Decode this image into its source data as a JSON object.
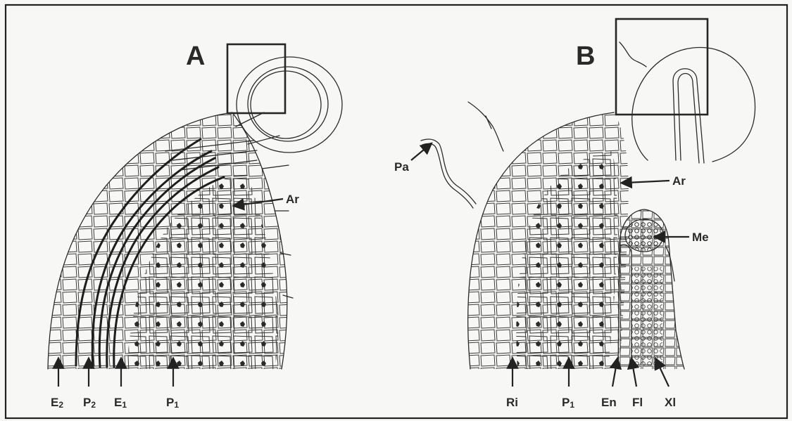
{
  "figure": {
    "panel_a": {
      "letter": "A",
      "labels": {
        "ar": "Ar",
        "e2_main": "E",
        "e2_sub": "2",
        "p2_main": "P",
        "p2_sub": "2",
        "e1_main": "E",
        "e1_sub": "1",
        "p1_main": "P",
        "p1_sub": "1"
      }
    },
    "panel_b": {
      "letter": "B",
      "labels": {
        "pa": "Pa",
        "ar": "Ar",
        "me": "Me",
        "ri": "Ri",
        "p1_main": "P",
        "p1_sub": "1",
        "en": "En",
        "fl": "Fl",
        "xl": "Xl"
      }
    }
  }
}
